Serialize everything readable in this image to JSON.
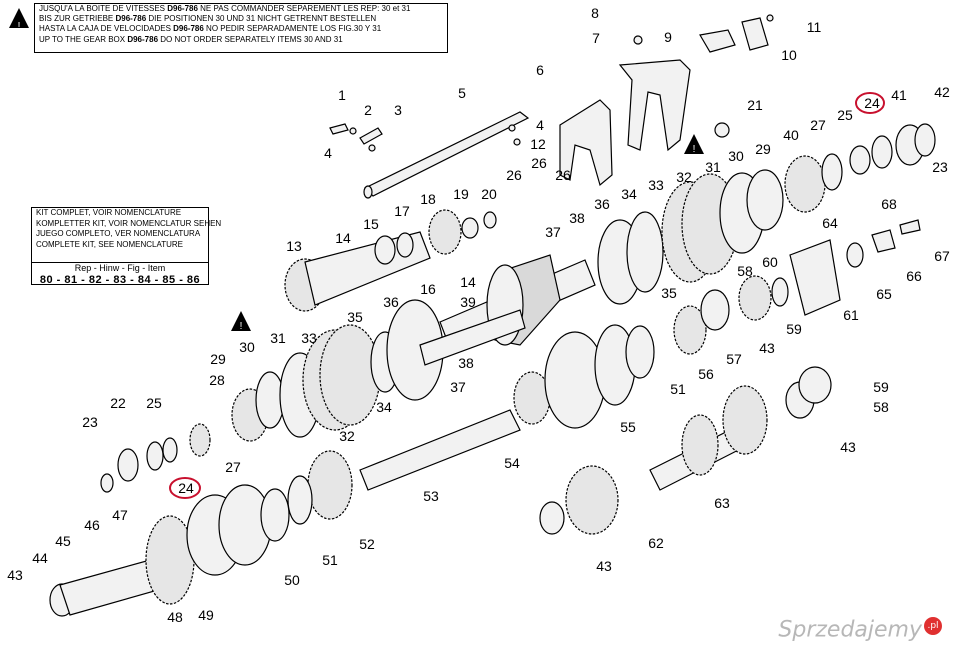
{
  "warning_note": {
    "lines": [
      {
        "text": "JUSQU'A LA BOITE DE VITESSES ",
        "ref": "D96-786",
        "rest": " NE PAS COMMANDER SEPAREMENT LES REP: 30 et 31"
      },
      {
        "text": "BIS ZUR GETRIEBE ",
        "ref": "D96-786",
        "rest": " DIE POSITIONEN 30 UND 31 NICHT GETRENNT BESTELLEN"
      },
      {
        "text": "HASTA LA CAJA DE VELOCIDADES ",
        "ref": "D96-786",
        "rest": " NO PEDIR SEPARADAMENTE LOS FIG.30 Y 31"
      },
      {
        "text": "UP TO THE GEAR BOX ",
        "ref": "D96-786",
        "rest": " DO NOT ORDER SEPARATELY ITEMS 30 AND 31"
      }
    ]
  },
  "kit_note": {
    "lines": [
      "KIT COMPLET, VOIR NOMENCLATURE",
      "KOMPLETTER KIT, VOIR NOMENCLATUR SEHEN",
      "JUEGO COMPLETO, VER NOMENCLATURA",
      "COMPLETE KIT, SEE NOMENCLATURE"
    ],
    "header": "Rep - Hinw - Fig - Item",
    "items": "80 - 81 - 82 - 83 - 84 - 85 - 86"
  },
  "callouts": [
    {
      "label": "1",
      "key": "c1"
    },
    {
      "label": "2",
      "key": "c2"
    },
    {
      "label": "3",
      "key": "c3"
    },
    {
      "label": "4",
      "key": "c4a"
    },
    {
      "label": "4",
      "key": "c4b"
    },
    {
      "label": "5",
      "key": "c5"
    },
    {
      "label": "6",
      "key": "c6"
    },
    {
      "label": "7",
      "key": "c7"
    },
    {
      "label": "8",
      "key": "c8"
    },
    {
      "label": "9",
      "key": "c9"
    },
    {
      "label": "10",
      "key": "c10"
    },
    {
      "label": "11",
      "key": "c11"
    },
    {
      "label": "12",
      "key": "c12"
    },
    {
      "label": "13",
      "key": "c13"
    },
    {
      "label": "14",
      "key": "c14a"
    },
    {
      "label": "14",
      "key": "c14b"
    },
    {
      "label": "15",
      "key": "c15"
    },
    {
      "label": "16",
      "key": "c16"
    },
    {
      "label": "17",
      "key": "c17"
    },
    {
      "label": "18",
      "key": "c18"
    },
    {
      "label": "19",
      "key": "c19"
    },
    {
      "label": "20",
      "key": "c20"
    },
    {
      "label": "21",
      "key": "c21"
    },
    {
      "label": "22",
      "key": "c22"
    },
    {
      "label": "23",
      "key": "c23a"
    },
    {
      "label": "23",
      "key": "c23b"
    },
    {
      "label": "24",
      "key": "c24a"
    },
    {
      "label": "24",
      "key": "c24b"
    },
    {
      "label": "25",
      "key": "c25a"
    },
    {
      "label": "25",
      "key": "c25b"
    },
    {
      "label": "26",
      "key": "c26a"
    },
    {
      "label": "26",
      "key": "c26b"
    },
    {
      "label": "26",
      "key": "c26c"
    },
    {
      "label": "27",
      "key": "c27a"
    },
    {
      "label": "27",
      "key": "c27b"
    },
    {
      "label": "28",
      "key": "c28"
    },
    {
      "label": "29",
      "key": "c29a"
    },
    {
      "label": "29",
      "key": "c29b"
    },
    {
      "label": "30",
      "key": "c30a"
    },
    {
      "label": "30",
      "key": "c30b"
    },
    {
      "label": "31",
      "key": "c31a"
    },
    {
      "label": "31",
      "key": "c31b"
    },
    {
      "label": "32",
      "key": "c32a"
    },
    {
      "label": "32",
      "key": "c32b"
    },
    {
      "label": "33",
      "key": "c33a"
    },
    {
      "label": "33",
      "key": "c33b"
    },
    {
      "label": "34",
      "key": "c34a"
    },
    {
      "label": "34",
      "key": "c34b"
    },
    {
      "label": "35",
      "key": "c35a"
    },
    {
      "label": "35",
      "key": "c35b"
    },
    {
      "label": "36",
      "key": "c36a"
    },
    {
      "label": "36",
      "key": "c36b"
    },
    {
      "label": "37",
      "key": "c37a"
    },
    {
      "label": "37",
      "key": "c37b"
    },
    {
      "label": "38",
      "key": "c38a"
    },
    {
      "label": "38",
      "key": "c38b"
    },
    {
      "label": "39",
      "key": "c39"
    },
    {
      "label": "40",
      "key": "c40"
    },
    {
      "label": "41",
      "key": "c41"
    },
    {
      "label": "42",
      "key": "c42"
    },
    {
      "label": "43",
      "key": "c43a"
    },
    {
      "label": "43",
      "key": "c43b"
    },
    {
      "label": "43",
      "key": "c43c"
    },
    {
      "label": "43",
      "key": "c43d"
    },
    {
      "label": "44",
      "key": "c44"
    },
    {
      "label": "45",
      "key": "c45"
    },
    {
      "label": "46",
      "key": "c46"
    },
    {
      "label": "47",
      "key": "c47"
    },
    {
      "label": "48",
      "key": "c48"
    },
    {
      "label": "49",
      "key": "c49"
    },
    {
      "label": "50",
      "key": "c50"
    },
    {
      "label": "51",
      "key": "c51a"
    },
    {
      "label": "51",
      "key": "c51b"
    },
    {
      "label": "52",
      "key": "c52"
    },
    {
      "label": "53",
      "key": "c53"
    },
    {
      "label": "54",
      "key": "c54"
    },
    {
      "label": "55",
      "key": "c55"
    },
    {
      "label": "56",
      "key": "c56"
    },
    {
      "label": "57",
      "key": "c57"
    },
    {
      "label": "58",
      "key": "c58a"
    },
    {
      "label": "58",
      "key": "c58b"
    },
    {
      "label": "59",
      "key": "c59a"
    },
    {
      "label": "59",
      "key": "c59b"
    },
    {
      "label": "60",
      "key": "c60"
    },
    {
      "label": "61",
      "key": "c61"
    },
    {
      "label": "62",
      "key": "c62"
    },
    {
      "label": "63",
      "key": "c63"
    },
    {
      "label": "64",
      "key": "c64"
    },
    {
      "label": "65",
      "key": "c65"
    },
    {
      "label": "66",
      "key": "c66"
    },
    {
      "label": "67",
      "key": "c67"
    },
    {
      "label": "68",
      "key": "c68"
    }
  ],
  "highlight_color": "#c8102e",
  "watermark": {
    "text": "Sprzedajemy",
    "badge": ".pl"
  }
}
